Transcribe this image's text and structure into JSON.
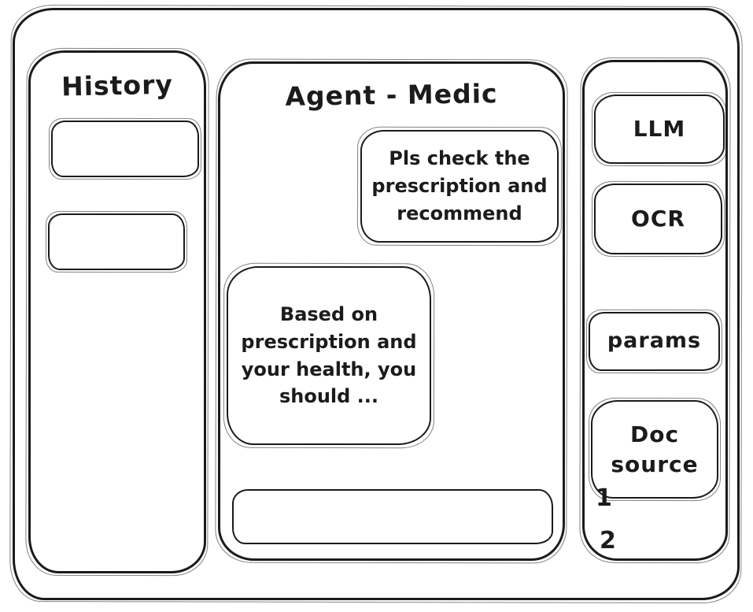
{
  "colors": {
    "stroke": "#1b1b1b",
    "background": "#ffffff"
  },
  "sidebar_left": {
    "title": "History",
    "items": [
      {
        "label": ""
      },
      {
        "label": ""
      }
    ]
  },
  "chat": {
    "title": "Agent - Medic",
    "messages": [
      {
        "role": "user",
        "text": "Pls check the prescription and recommend"
      },
      {
        "role": "assistant",
        "text": "Based on prescription and your health, you should ..."
      }
    ],
    "input": {
      "value": "",
      "placeholder": ""
    }
  },
  "sidebar_right": {
    "buttons": [
      {
        "label": "LLM"
      },
      {
        "label": "OCR"
      },
      {
        "label": "params"
      },
      {
        "label": "Doc source"
      }
    ],
    "doc_list": [
      "1",
      "2"
    ]
  }
}
